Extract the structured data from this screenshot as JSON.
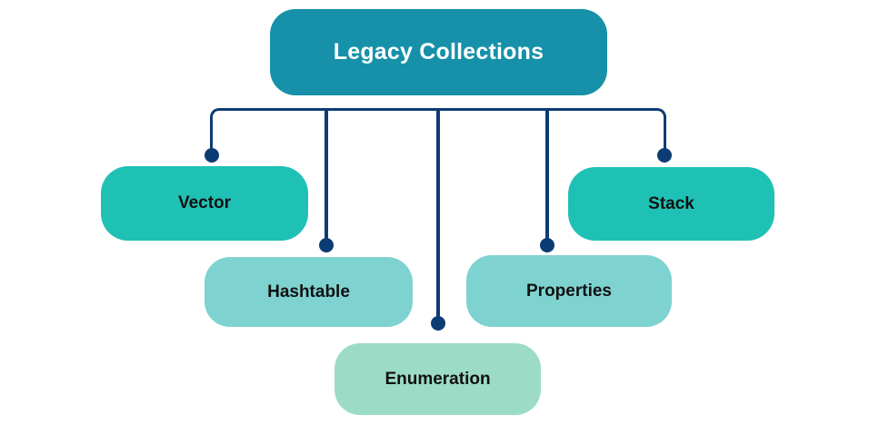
{
  "diagram": {
    "type": "tree",
    "background": "#ffffff",
    "connector_color": "#0d3c74",
    "root": {
      "label": "Legacy Collections",
      "fill": "#1691a9",
      "text_color": "#ffffff"
    },
    "children": [
      {
        "label": "Vector",
        "fill": "#1fc1b5"
      },
      {
        "label": "Hashtable",
        "fill": "#7ed3d1"
      },
      {
        "label": "Enumeration",
        "fill": "#9cdcc6"
      },
      {
        "label": "Properties",
        "fill": "#7ed3d1"
      },
      {
        "label": "Stack",
        "fill": "#1fc1b5"
      }
    ],
    "label_text_color": "#111111"
  }
}
